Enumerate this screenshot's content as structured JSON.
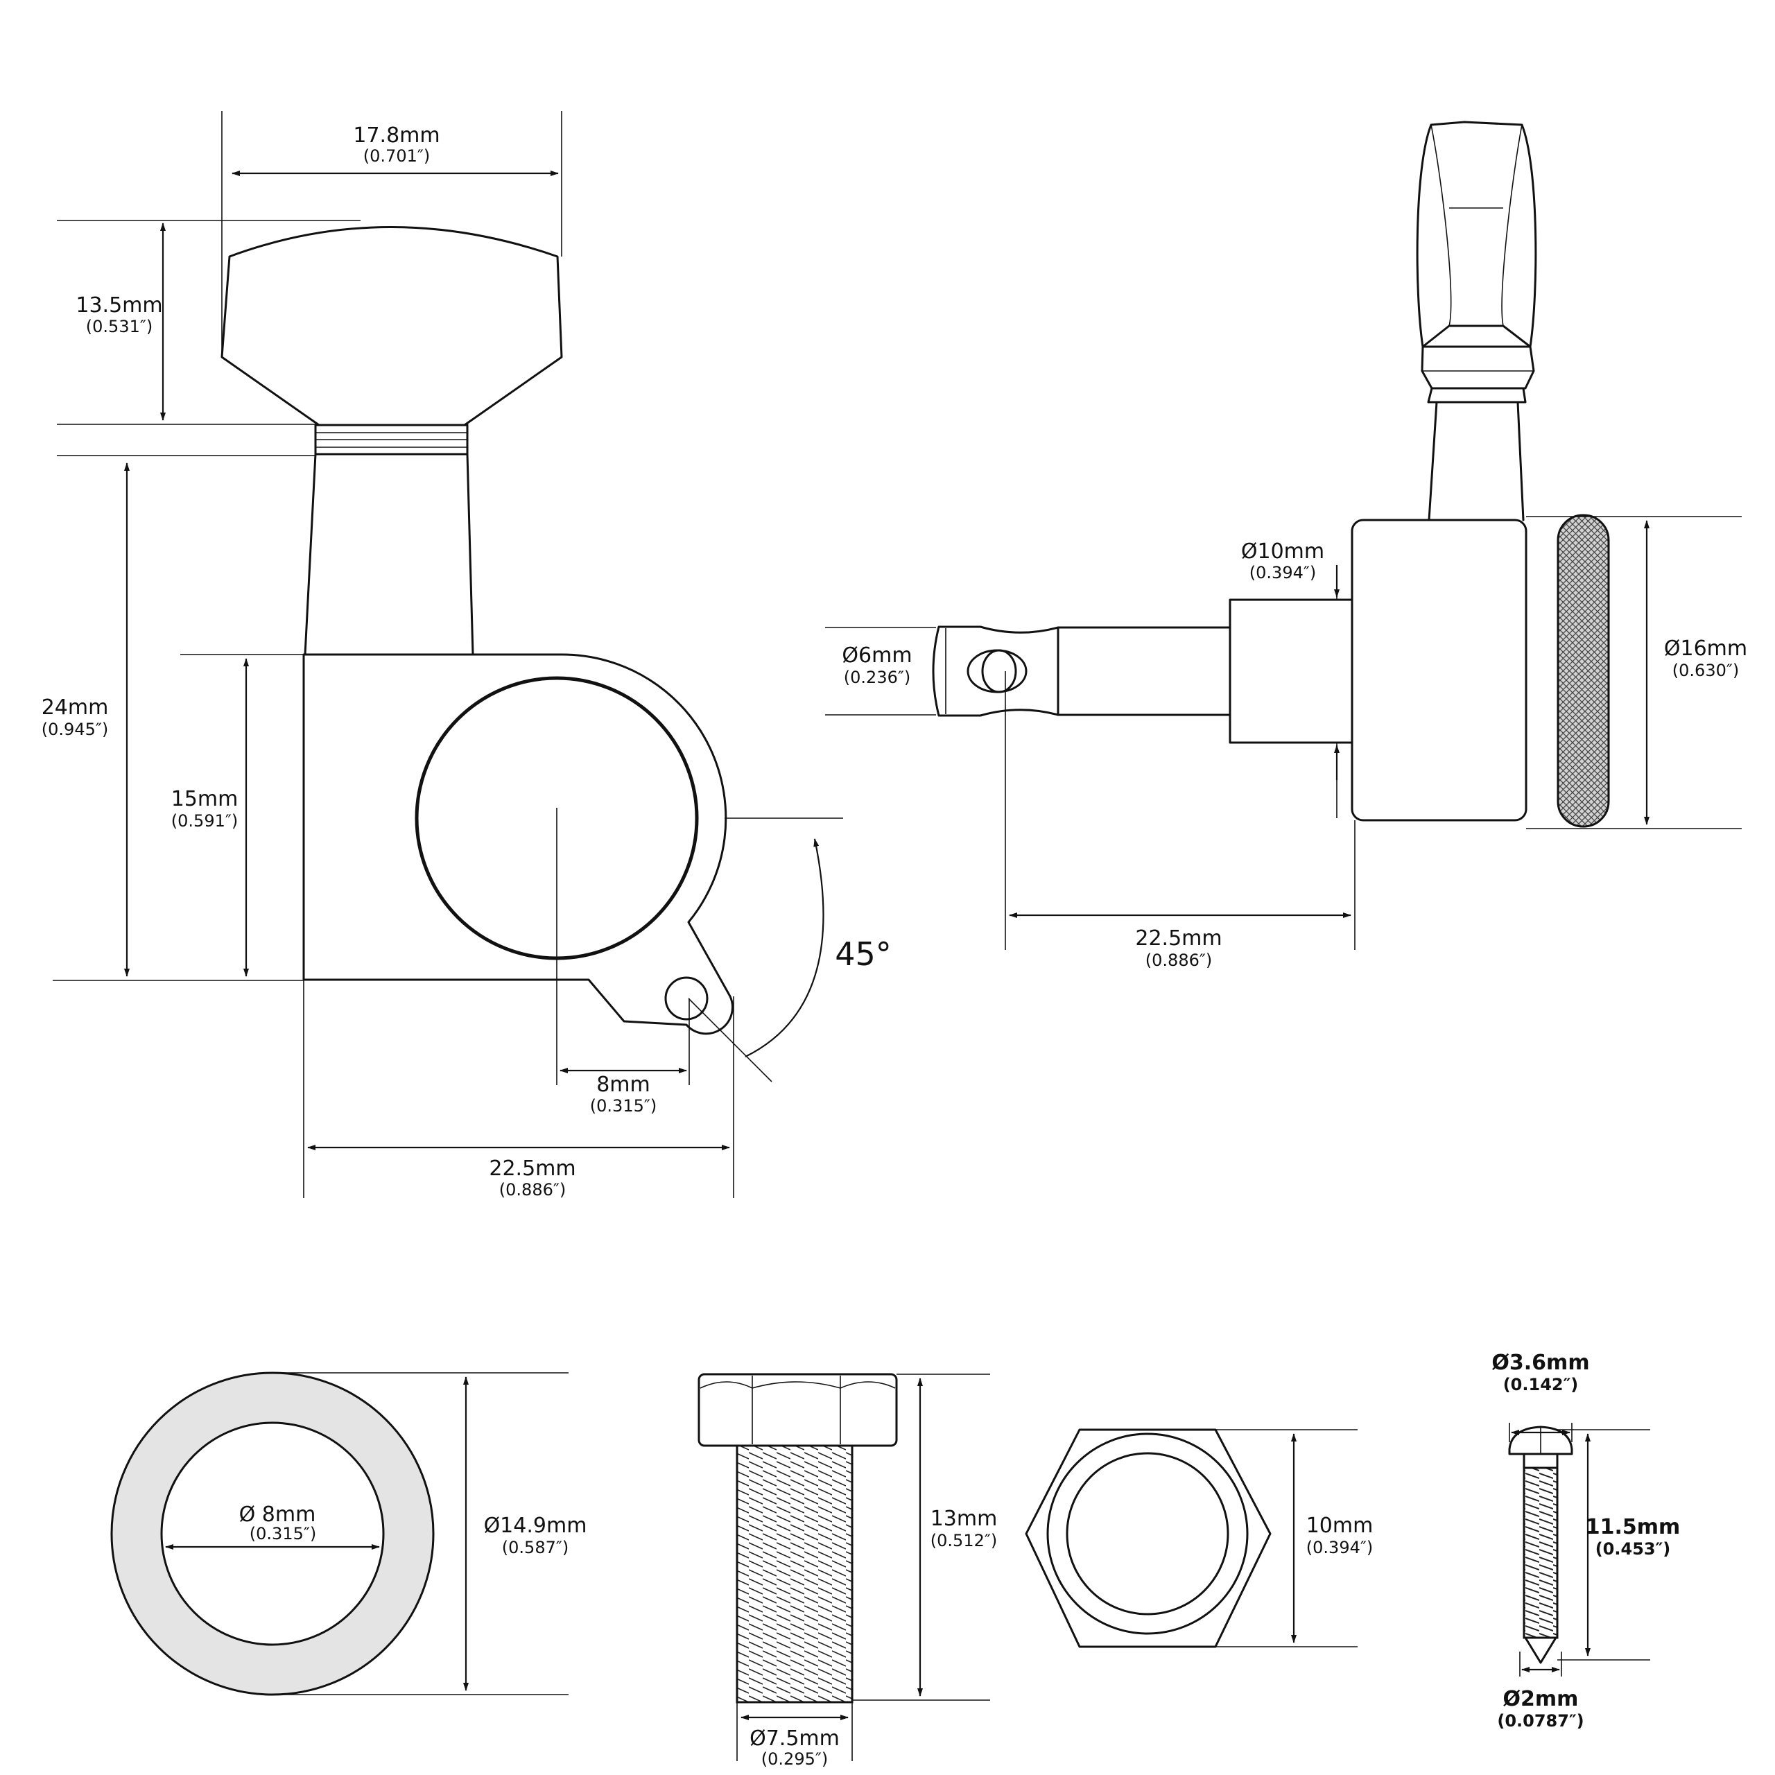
{
  "colors": {
    "line": "#111111",
    "washer_fill": "#e4e4e4",
    "background": "#ffffff"
  },
  "front_view": {
    "knob_width": {
      "mm": "17.8mm",
      "inch": "(0.701″)"
    },
    "knob_height": {
      "mm": "13.5mm",
      "inch": "(0.531″)"
    },
    "shaft_height": {
      "mm": "24mm",
      "inch": "(0.945″)"
    },
    "housing_height": {
      "mm": "15mm",
      "inch": "(0.591″)"
    },
    "tab_offset": {
      "mm": "8mm",
      "inch": "(0.315″)"
    },
    "housing_width": {
      "mm": "22.5mm",
      "inch": "(0.886″)"
    },
    "tab_angle": "45°"
  },
  "side_view": {
    "bushing_diameter": {
      "mm": "Ø10mm",
      "inch": "(0.394″)"
    },
    "post_diameter": {
      "mm": "Ø6mm",
      "inch": "(0.236″)"
    },
    "housing_diameter": {
      "mm": "Ø16mm",
      "inch": "(0.630″)"
    },
    "post_length": {
      "mm": "22.5mm",
      "inch": "(0.886″)"
    }
  },
  "washer": {
    "inner_diameter": {
      "mm": "Ø 8mm",
      "inch": "(0.315″)"
    },
    "outer_diameter": {
      "mm": "Ø14.9mm",
      "inch": "(0.587″)"
    }
  },
  "bolt": {
    "length": {
      "mm": "13mm",
      "inch": "(0.512″)"
    },
    "thread_diameter": {
      "mm": "Ø7.5mm",
      "inch": "(0.295″)"
    }
  },
  "nut": {
    "width": {
      "mm": "10mm",
      "inch": "(0.394″)"
    }
  },
  "screw": {
    "head_diameter": {
      "mm": "Ø3.6mm",
      "inch": "(0.142″)"
    },
    "length": {
      "mm": "11.5mm",
      "inch": "(0.453″)"
    },
    "tip_diameter": {
      "mm": "Ø2mm",
      "inch": "(0.0787″)"
    }
  }
}
